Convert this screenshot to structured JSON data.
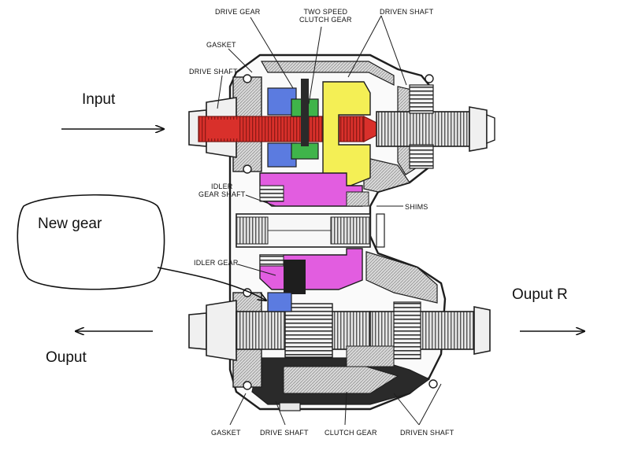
{
  "annotations": {
    "input": "Input",
    "output_left": "Ouput",
    "output_right": "Ouput R",
    "new_gear": "New gear"
  },
  "labels": {
    "drive_gear": "DRIVE GEAR",
    "two_speed_line1": "TWO SPEED",
    "two_speed_line2": "CLUTCH GEAR",
    "driven_shaft_top": "DRIVEN SHAFT",
    "gasket_top": "GASKET",
    "drive_shaft_top": "DRIVE SHAFT",
    "idler_shaft_line1": "IDLER",
    "idler_shaft_line2": "GEAR SHAFT",
    "shims": "SHIMS",
    "idler_gear": "IDLER GEAR",
    "gasket_bottom": "GASKET",
    "drive_shaft_bottom": "DRIVE SHAFT",
    "clutch_gear": "CLUTCH GEAR",
    "driven_shaft_bottom": "DRIVEN SHAFT"
  },
  "colors": {
    "input_shaft": "#d9302b",
    "drive_gear": "#5b7be0",
    "clutch_gear": "#3fb44a",
    "driven_gear": "#f4ef55",
    "idler_gear": "#e25de0",
    "housing": "#1e1e1e"
  }
}
